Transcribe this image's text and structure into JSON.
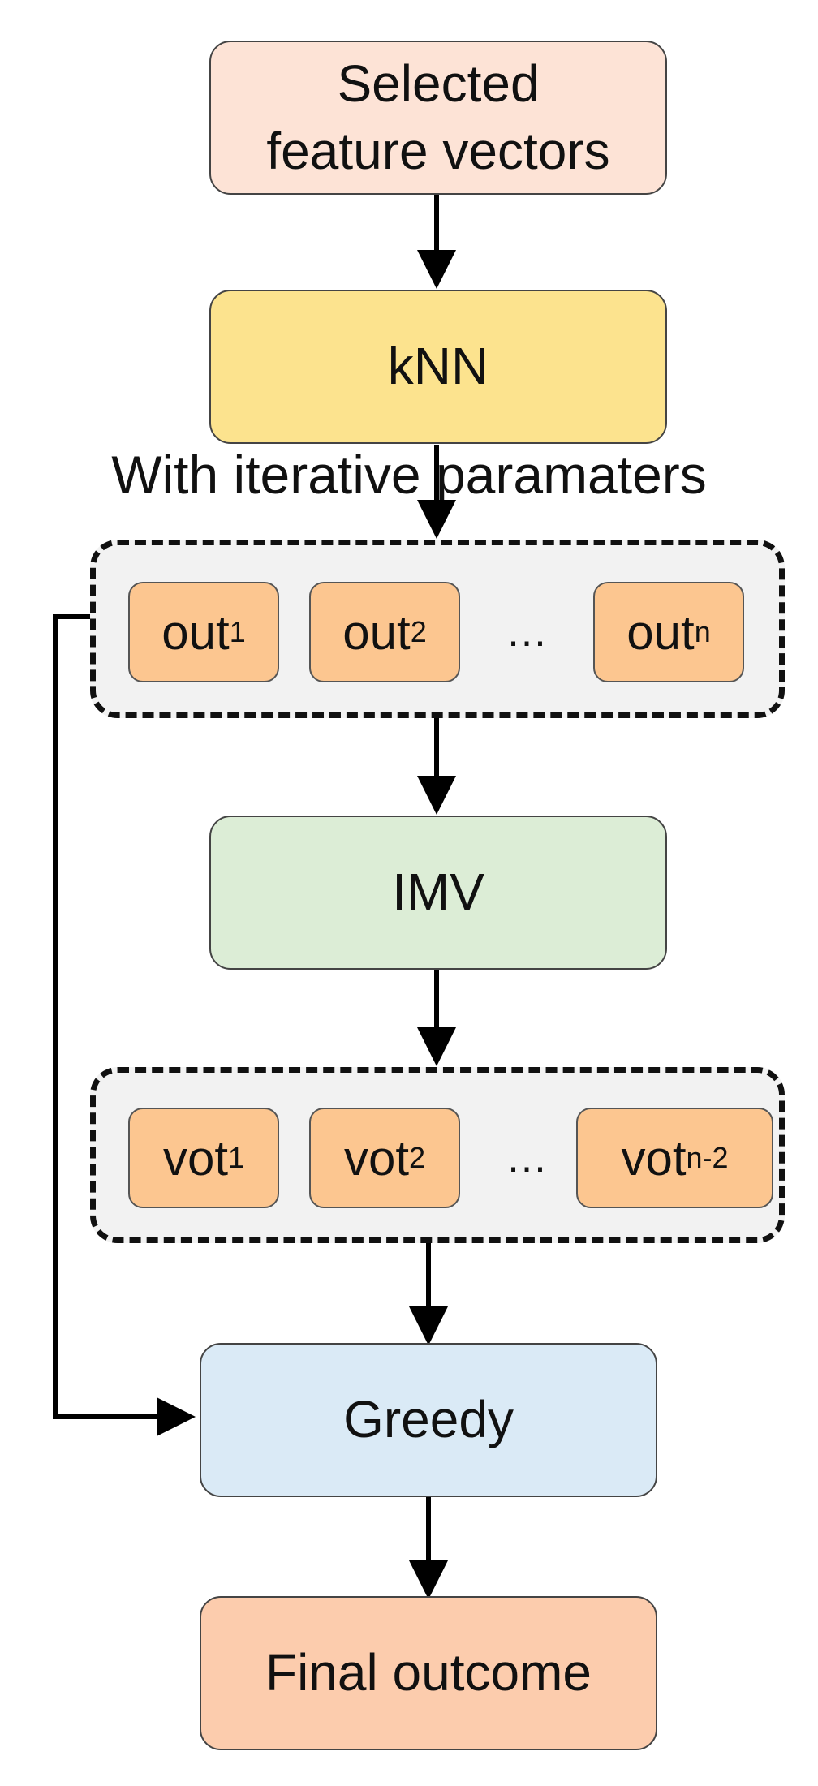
{
  "nodes": {
    "input": {
      "label_line1": "Selected",
      "label_line2": "feature vectors",
      "color": "#fde3d6"
    },
    "knn": {
      "label": "kNN",
      "color": "#fce38e"
    },
    "imv": {
      "label": "IMV",
      "color": "#dcedd6"
    },
    "greedy": {
      "label": "Greedy",
      "color": "#daeaf6"
    },
    "final": {
      "label": "Final outcome",
      "color": "#fcccad"
    }
  },
  "edge_label": "With iterative paramaters",
  "outputs_group": {
    "chip_color": "#fcc690",
    "items": [
      {
        "base": "out",
        "sub": "1"
      },
      {
        "base": "out",
        "sub": "2"
      },
      {
        "base": "out",
        "sub": "n"
      }
    ],
    "ellipsis": "…"
  },
  "votes_group": {
    "chip_color": "#fcc690",
    "items": [
      {
        "base": "vot",
        "sub": "1"
      },
      {
        "base": "vot",
        "sub": "2"
      },
      {
        "base": "vot",
        "sub": "n-2"
      }
    ],
    "ellipsis": "…"
  }
}
